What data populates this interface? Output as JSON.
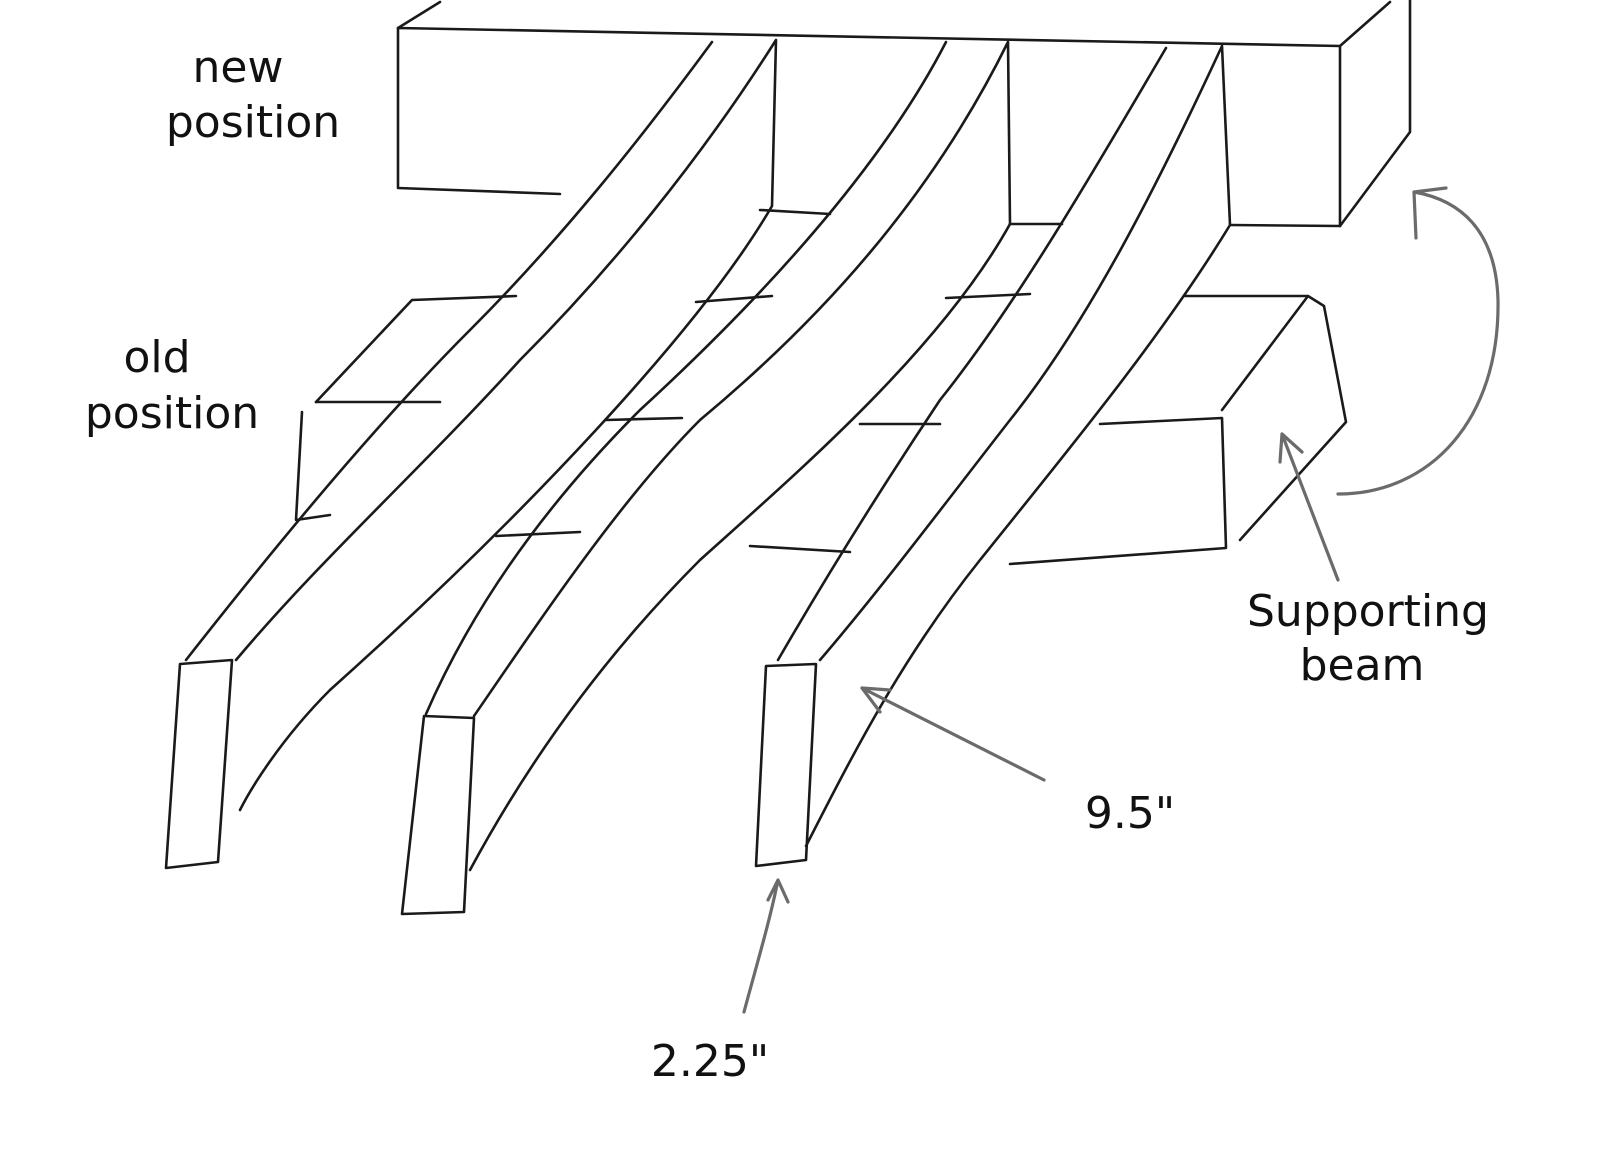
{
  "labels": {
    "new_position": [
      "new",
      "position"
    ],
    "old_position": [
      "old",
      "position"
    ],
    "supporting_beam": [
      "Supporting",
      "beam"
    ],
    "depth_dimension": "9.5\"",
    "width_dimension": "2.25\""
  },
  "colors": {
    "ink": "#1a1a1a",
    "annotation_arrow": "#6b6b6b",
    "background": "#ffffff"
  }
}
